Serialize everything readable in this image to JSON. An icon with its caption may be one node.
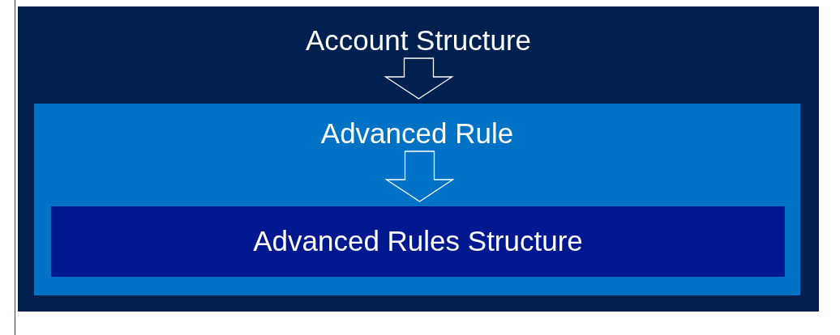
{
  "diagram": {
    "nodes": [
      {
        "text": [
          "Account Structure"
        ]
      },
      {
        "text": [
          "Advanced Rule"
        ],
        "in": 0
      },
      {
        "text": [
          "Advanced Rules Structure"
        ],
        "in": 1
      }
    ],
    "edges": [
      {
        "from": 0,
        "to": 1,
        "arrow": "to"
      },
      {
        "from": 1,
        "to": 2,
        "arrow": "to"
      }
    ]
  }
}
